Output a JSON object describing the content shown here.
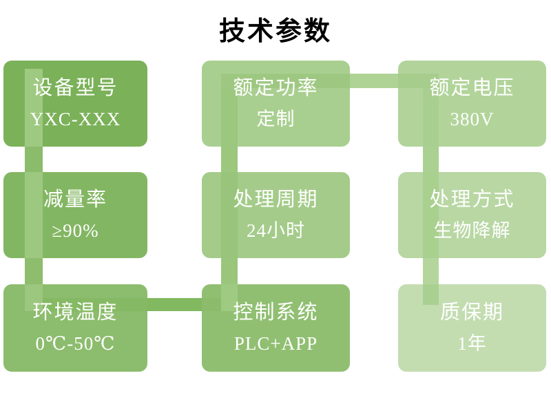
{
  "title": "技术参数",
  "background_color": "#FFFFFF",
  "title_color": "#000000",
  "card_text_color": "#FFFFFF",
  "boxes": [
    {
      "label": "设备型号",
      "value": "YXC-XXX",
      "color": "#7BB159"
    },
    {
      "label": "额定功率",
      "value": "定制",
      "color": "#A9CF90"
    },
    {
      "label": "额定电压",
      "value": "380V",
      "color": "#B2D49B"
    },
    {
      "label": "减量率",
      "value": "≥90%",
      "color": "#83B662"
    },
    {
      "label": "处理周期",
      "value": "24小时",
      "color": "#A4CB8A"
    },
    {
      "label": "处理方式",
      "value": "生物降解",
      "color": "#B8D7A3"
    },
    {
      "label": "环境温度",
      "value": "0℃-50℃",
      "color": "#8CBC6D"
    },
    {
      "label": "控制系统",
      "value": "PLC+APP",
      "color": "#90BF72"
    },
    {
      "label": "质保期",
      "value": "1年",
      "color": "#C3DDB1"
    }
  ],
  "path_colors": {
    "p1": "#9EC981",
    "p2": "#8BBC6B",
    "p3": "#9DC87F",
    "p4": "#8DBD6D",
    "p5": "#9CC77E",
    "p6": "#85B963",
    "p7": "#81B860",
    "p8": "#8BBB6B",
    "p9": "#9FCA82",
    "p10": "#9AC67C",
    "p11": "#98C57B",
    "p12": "#9CC87E",
    "p13": "#9CC77E",
    "p14": "#9EC881",
    "p15": "#AFD295",
    "p16": "#A7CD8D",
    "p17": "#A9CF90",
    "p18": "#ABD192",
    "p19": "#A9D08F",
    "p20": "#B4D69D",
    "p21": "#A9D091"
  }
}
